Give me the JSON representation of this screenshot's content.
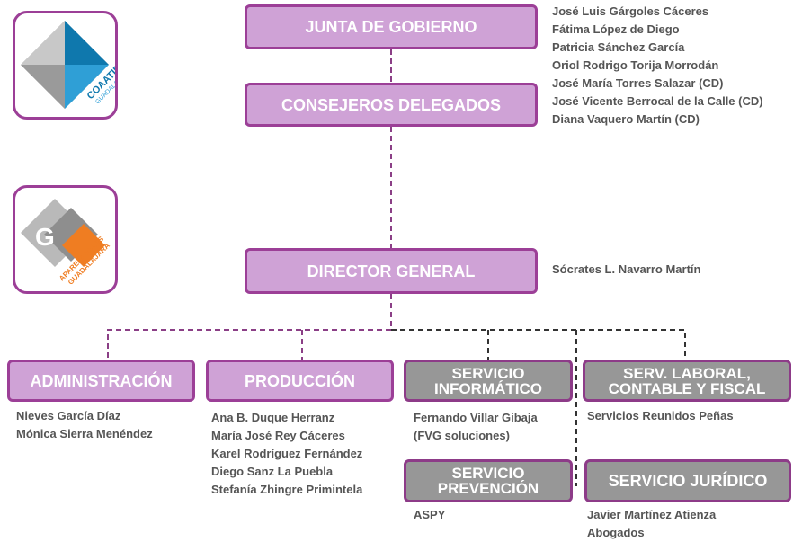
{
  "logos": {
    "coaatie": {
      "line1": "COAATIE",
      "line2": "GUADALAJARA",
      "colors": [
        "#0f78ad",
        "#2f9fd6",
        "#9a9a9a",
        "#b4b4b4"
      ]
    },
    "aparejadores": {
      "line1": "APAREJADORES",
      "line2": "GUADALAJARA",
      "mark": "G",
      "accent": "#ef7d22"
    }
  },
  "junta": {
    "label": "JUNTA DE GOBIERNO",
    "members": [
      "José Luis Gárgoles Cáceres",
      "Fátima López de Diego",
      "Patricia Sánchez García",
      "Oriol Rodrigo Torija Morrodán",
      "José María Torres Salazar (CD)",
      "José Vicente Berrocal de la Calle (CD)",
      "Diana Vaquero Martín (CD)"
    ]
  },
  "consejeros": {
    "label": "CONSEJEROS DELEGADOS"
  },
  "director": {
    "label": "DIRECTOR GENERAL",
    "name": "Sócrates L. Navarro Martín"
  },
  "departments": {
    "administracion": {
      "label": "ADMINISTRACIÓN",
      "members": [
        "Nieves García Díaz",
        "Mónica Sierra Menéndez"
      ]
    },
    "produccion": {
      "label": "PRODUCCIÓN",
      "members": [
        "Ana B. Duque Herranz",
        "María José Rey Cáceres",
        "Karel Rodríguez Fernández",
        "Diego Sanz La Puebla",
        "Stefanía Zhingre Primintela"
      ]
    },
    "informatico": {
      "line1": "SERVICIO",
      "line2": "INFORMÁTICO",
      "members": [
        "Fernando Villar Gibaja",
        "(FVG soluciones)"
      ]
    },
    "laboral": {
      "line1": "SERV. LABORAL,",
      "line2": "CONTABLE Y FISCAL",
      "members": [
        "Servicios Reunidos Peñas"
      ]
    },
    "prevencion": {
      "line1": "SERVICIO",
      "line2": "PREVENCIÓN",
      "members": [
        "ASPY"
      ]
    },
    "juridico": {
      "label": "SERVICIO JURÍDICO",
      "members": [
        "Javier Martínez Atienza",
        "Abogados"
      ]
    }
  },
  "colors": {
    "purple_fill": "#cfa2d6",
    "purple_border": "#9c3f97",
    "gray_fill": "#979797",
    "text_gray": "#555555",
    "connector_purple": "#8b3f86",
    "connector_dark": "#333333"
  }
}
